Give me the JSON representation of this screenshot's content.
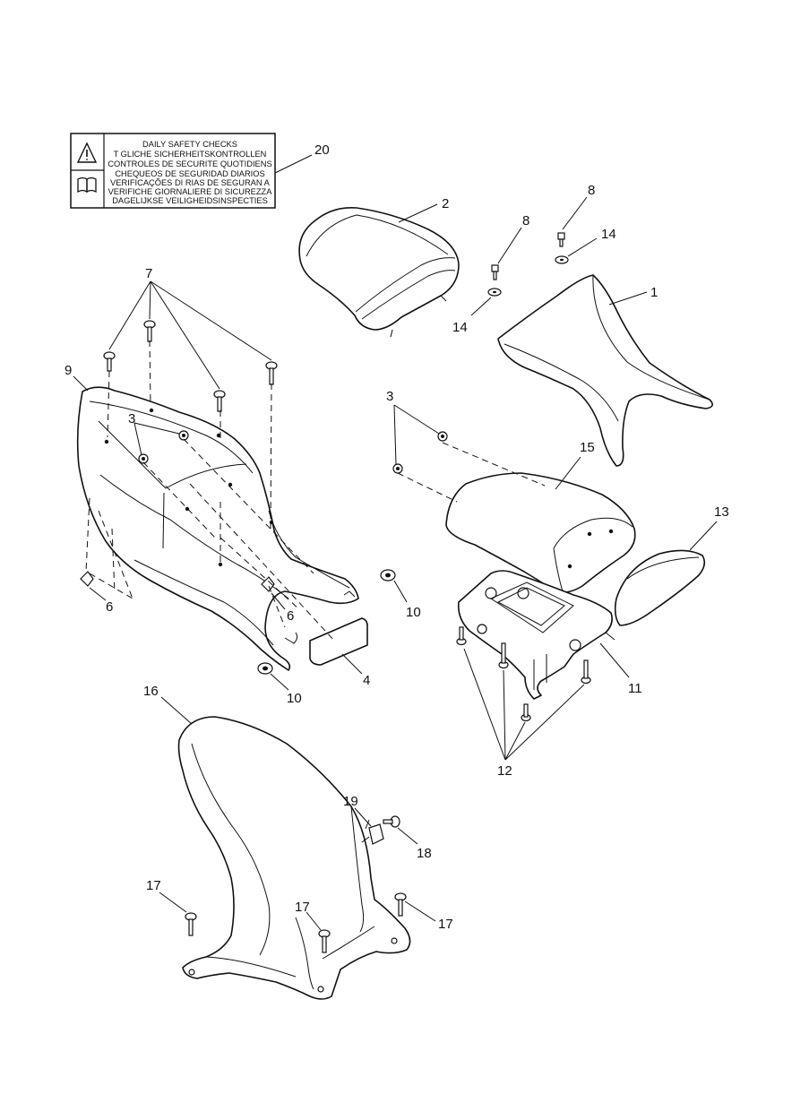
{
  "safety_label": {
    "lines": [
      "DAILY SAFETY CHECKS",
      "T  GLICHE SICHERHEITSKONTROLLEN",
      "CONTROLES DE SECURITE QUOTIDIENS",
      "CHEQUEOS DE SEGURIDAD DIARIOS",
      "VERIFICAÇÕES DI  RIAS DE SEGURAN  A",
      "VERIFICHE GIORNALIERE DI SICUREZZA",
      "DAGELIJKSE VEILIGHEIDSINSPECTIES"
    ],
    "icons": [
      "warning-triangle-icon",
      "manual-book-icon"
    ]
  },
  "callouts": {
    "c1": "1",
    "c2": "2",
    "c3a": "3",
    "c3b": "3",
    "c4": "4",
    "c6a": "6",
    "c6b": "6",
    "c7": "7",
    "c8a": "8",
    "c8b": "8",
    "c9": "9",
    "c10a": "10",
    "c10b": "10",
    "c11": "11",
    "c12": "12",
    "c13": "13",
    "c14a": "14",
    "c14b": "14",
    "c15": "15",
    "c16": "16",
    "c17a": "17",
    "c17b": "17",
    "c17c": "17",
    "c18": "18",
    "c19": "19",
    "c20": "20"
  }
}
